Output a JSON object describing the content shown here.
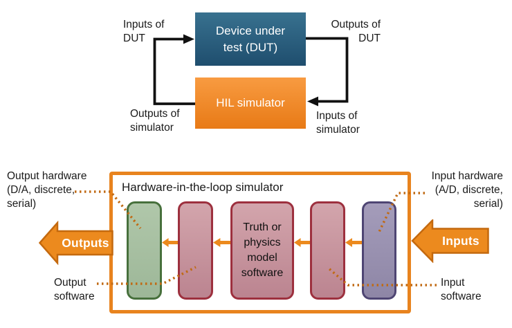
{
  "colors": {
    "accent_orange": "#e8831e",
    "arrow_fill": "#ec8a1e",
    "arrow_border": "#c4690e",
    "dotted_line": "#c06a14",
    "dut_blue_top": "#38718f",
    "dut_blue_bottom": "#1f4e6e",
    "hil_orange_top": "#f89b41",
    "hil_orange_bottom": "#e87a16",
    "green_fill_top": "#b0c7aa",
    "green_fill_bottom": "#9db798",
    "green_border": "#47703c",
    "red_fill_top": "#d3a5ac",
    "red_fill_bottom": "#bb8490",
    "red_border": "#9d303e",
    "purple_fill_top": "#a49cba",
    "purple_fill_bottom": "#8e86a6",
    "purple_border": "#4e4573",
    "line_black": "#111111"
  },
  "top_diagram": {
    "dut_label": "Device under test (DUT)",
    "hil_label": "HIL simulator",
    "labels": {
      "inputs_of_dut": "Inputs of\nDUT",
      "outputs_of_dut": "Outputs of\nDUT",
      "outputs_of_simulator": "Outputs of\nsimulator",
      "inputs_of_simulator": "Inputs of\nsimulator"
    }
  },
  "bottom_diagram": {
    "title": "Hardware-in-the-loop simulator",
    "truth_box_label": "Truth or\nphysics\nmodel\nsoftware",
    "outputs_arrow_label": "Outputs",
    "inputs_arrow_label": "Inputs",
    "labels": {
      "output_hardware": "Output hardware\n(D/A, discrete,\nserial)",
      "output_software": "Output\nsoftware",
      "input_hardware": "Input hardware\n(A/D, discrete,\nserial)",
      "input_software": "Input\nsoftware"
    }
  }
}
